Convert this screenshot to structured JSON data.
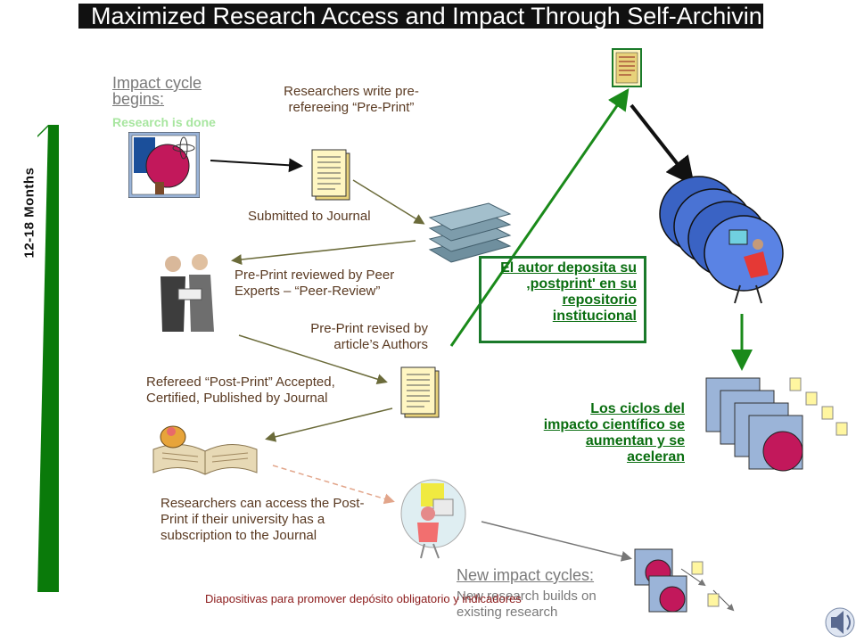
{
  "title": "Maximized Research Access and Impact Through Self-Archiving",
  "vertical_label": "12-18 Months",
  "impact_begins": {
    "heading": "Impact cycle begins:",
    "sub": "Research is done"
  },
  "steps": {
    "write": "Researchers write pre-refereeing “Pre-Print”",
    "submitted": "Submitted to Journal",
    "reviewed": "Pre-Print reviewed by Peer Experts – “Peer-Review”",
    "revised": "Pre-Print revised by article’s Authors",
    "accepted": "Refereed “Post-Print” Accepted, Certified, Published by Journal",
    "access": "Researchers can access the Post-Print if their university has a subscription to the Journal"
  },
  "deposit_box": "El autor deposita su ‚postprint' en su repositorio institucional",
  "cycles_text": "Los ciclos del impacto científico se aumentan y se aceleran",
  "new_cycles": {
    "heading": "New impact cycles:",
    "sub": "New research builds on existing research"
  },
  "footer": "Diapositivas para promover depósito obligatorio y indicadores",
  "colors": {
    "green": "#0a6e10",
    "box_green": "#1a7a2a",
    "olive_arrow": "#6b6b3a",
    "dark_red": "#8b1a1a",
    "light_green": "#90ee90"
  },
  "icons": [
    "researcher-globe-icon",
    "document-icon",
    "journal-stack-icon",
    "peer-reviewers-icon",
    "open-book-icon",
    "student-reading-icon",
    "repository-computers-icon",
    "speaker-icon"
  ]
}
